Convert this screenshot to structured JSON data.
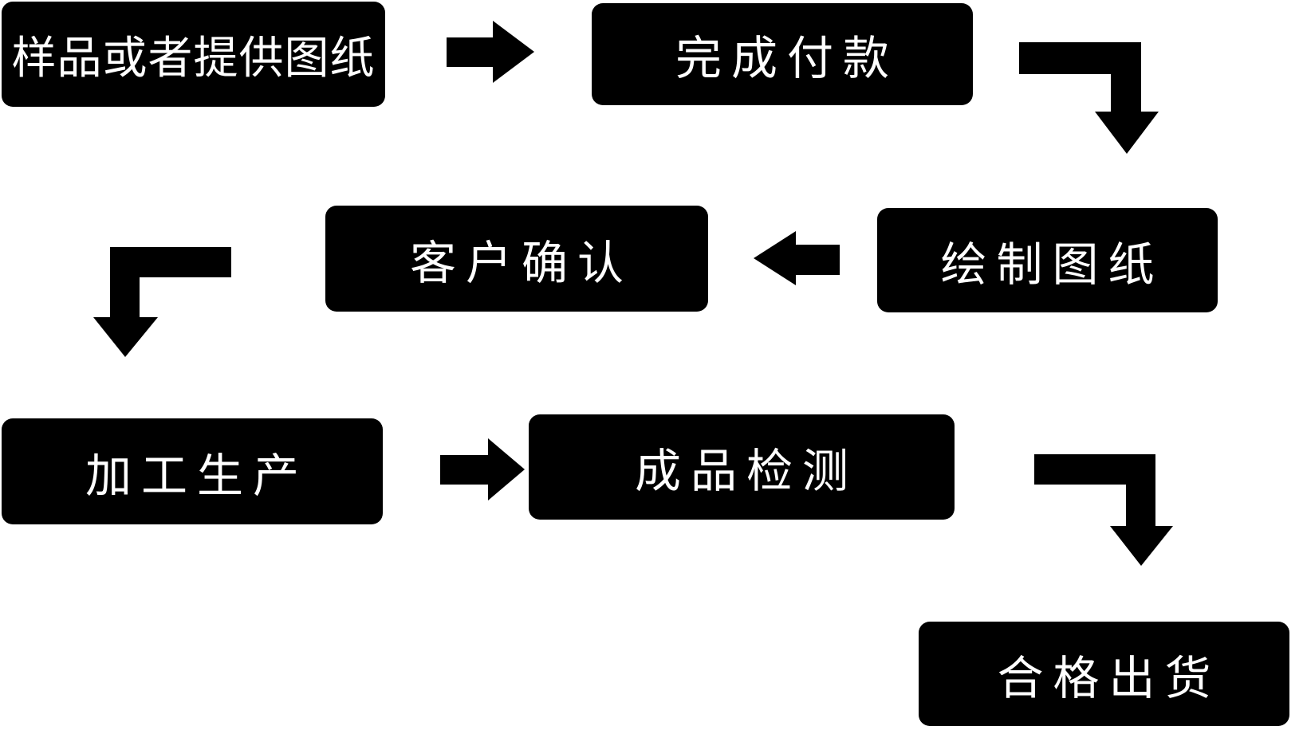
{
  "page": {
    "background_color": "#ffffff"
  },
  "flowchart": {
    "title": "production-process-flowchart",
    "node_fill_color": "#000000",
    "node_text_color": "#ffffff",
    "arrow_color": "#000000",
    "nodes": [
      {
        "id": "sample",
        "label": "样品或者提供图纸"
      },
      {
        "id": "payment",
        "label": "完成付款"
      },
      {
        "id": "drawing",
        "label": "绘制图纸"
      },
      {
        "id": "confirm",
        "label": "客户确认"
      },
      {
        "id": "production",
        "label": "加工生产"
      },
      {
        "id": "inspection",
        "label": "成品检测"
      },
      {
        "id": "shipment",
        "label": "合格出货"
      }
    ],
    "arrows": [
      {
        "icon": "arrow-right-icon",
        "from": "sample",
        "to": "payment"
      },
      {
        "icon": "arrow-elbow-right-down-icon",
        "from": "payment",
        "to": "drawing"
      },
      {
        "icon": "arrow-left-icon",
        "from": "drawing",
        "to": "confirm"
      },
      {
        "icon": "arrow-elbow-left-down-icon",
        "from": "confirm",
        "to": "production"
      },
      {
        "icon": "arrow-right-icon",
        "from": "production",
        "to": "inspection"
      },
      {
        "icon": "arrow-elbow-right-down-icon",
        "from": "inspection",
        "to": "shipment"
      }
    ]
  }
}
